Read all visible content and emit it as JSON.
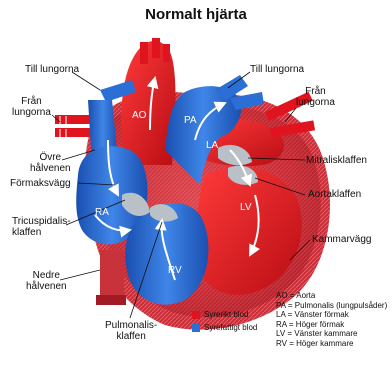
{
  "title": "Normalt hjärta",
  "labels": {
    "till_lungorna_left": "Till lungorna",
    "till_lungorna_right": "Till lungorna",
    "fran_lungorna_left": [
      "Från",
      "lungorna"
    ],
    "fran_lungorna_right": [
      "Från",
      "lungorna"
    ],
    "ovre_halvenen": [
      "Övre",
      "hålvenen"
    ],
    "formaksvagg": "Förmaksvägg",
    "tricuspidalisklaffen": [
      "Tricuspidalis-",
      "klaffen"
    ],
    "nedre_halvenen": [
      "Nedre",
      "hålvenen"
    ],
    "pulmonalisklaffen": [
      "Pulmonalis-",
      "klaffen"
    ],
    "mitralisklaffen": "Mitralisklaffen",
    "aortaklaffen": "Aortaklaffen",
    "kammarvagg": "Kammarvägg"
  },
  "chambers": {
    "ao": "AO",
    "pa": "PA",
    "la": "LA",
    "lv": "LV",
    "ra": "RA",
    "rv": "RV"
  },
  "legend": {
    "items": [
      {
        "label": "Syrerikt blod",
        "color": "#e0141e"
      },
      {
        "label": "Syrefattigt blod",
        "color": "#2b6fd6"
      }
    ]
  },
  "key": [
    "AO = Aorta",
    "PA = Pulmonalis (lungpulsåder)",
    "LA = Vänster förmak",
    "RA = Höger förmak",
    "LV = Vänster kammare",
    "RV = Höger kammare"
  ],
  "colors": {
    "red": "#e0141e",
    "blue": "#2b6fd6",
    "muscle": "#c8323a"
  }
}
